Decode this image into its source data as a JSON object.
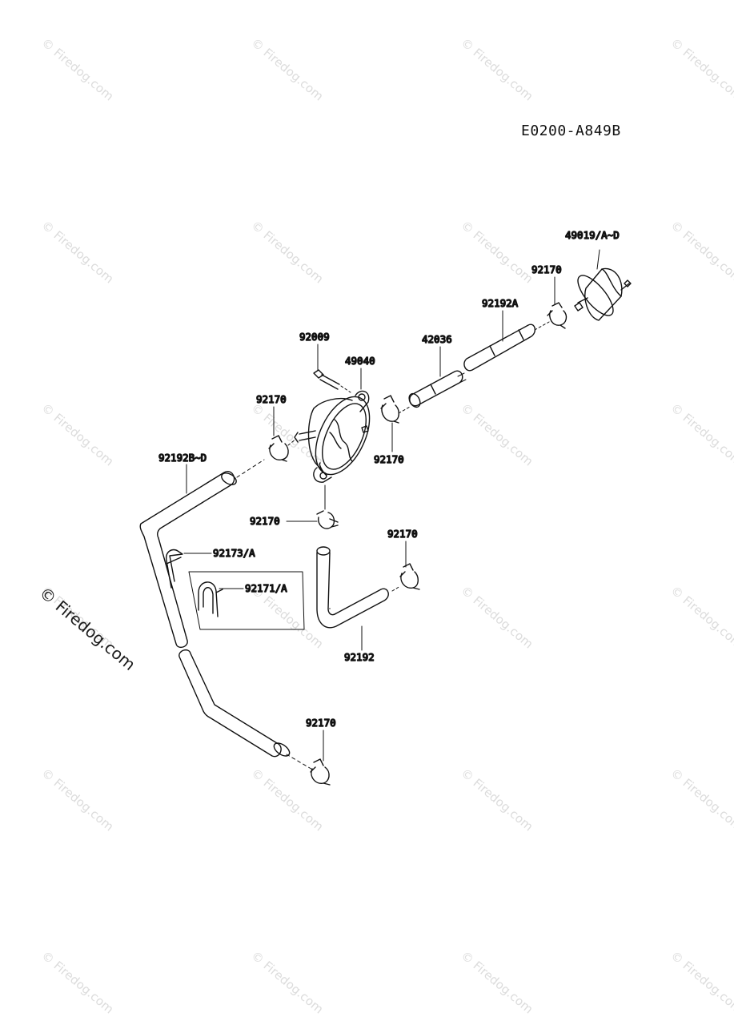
{
  "diagram": {
    "code": "E0200-A849B",
    "watermark": "© Firedog.com",
    "parts": [
      {
        "id": "p1",
        "label": "49019/A~D",
        "name": "fuel-filter"
      },
      {
        "id": "p2",
        "label": "92170",
        "name": "clamp-filter"
      },
      {
        "id": "p3",
        "label": "92192A",
        "name": "hose-92192a"
      },
      {
        "id": "p4",
        "label": "42036",
        "name": "pipe-42036"
      },
      {
        "id": "p5",
        "label": "92009",
        "name": "screw-92009"
      },
      {
        "id": "p6",
        "label": "49040",
        "name": "fuel-pump-49040"
      },
      {
        "id": "p7",
        "label": "92170",
        "name": "clamp-pump-left"
      },
      {
        "id": "p8",
        "label": "92170",
        "name": "clamp-pump-right"
      },
      {
        "id": "p9",
        "label": "92192B~D",
        "name": "hose-92192b"
      },
      {
        "id": "p10",
        "label": "92170",
        "name": "clamp-pump-bottom"
      },
      {
        "id": "p11",
        "label": "92173/A",
        "name": "clip-92173"
      },
      {
        "id": "p12",
        "label": "92171/A",
        "name": "clip-92171"
      },
      {
        "id": "p13",
        "label": "92170",
        "name": "clamp-hose-right"
      },
      {
        "id": "p14",
        "label": "92192",
        "name": "hose-92192"
      },
      {
        "id": "p15",
        "label": "92170",
        "name": "clamp-bottom"
      }
    ]
  }
}
